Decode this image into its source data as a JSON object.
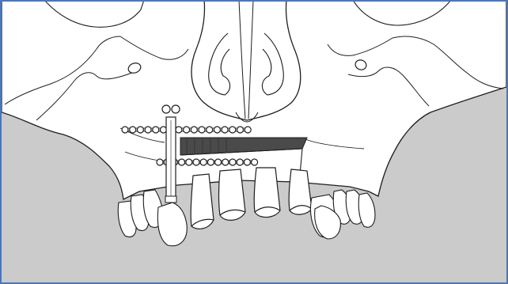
{
  "figure": {
    "background_color": "#cbcbcb",
    "line_color": "#1e1e1e",
    "bone_fill": "#ffffff",
    "frame_color": "#4f76b3",
    "plate_fill": "#4a4a4a"
  },
  "elements": {
    "upper_fixation_plate": {
      "visible_screw_holes": 17
    },
    "lower_fixation_plate": {
      "visible_screw_holes": 14
    },
    "vertical_fixation_plate": {
      "visible_screw_holes": 2
    }
  }
}
